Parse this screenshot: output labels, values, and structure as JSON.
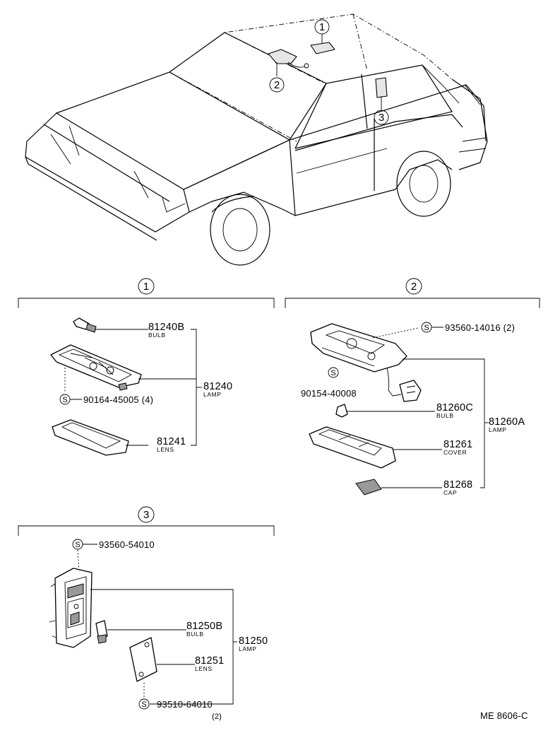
{
  "car_callouts": [
    "1",
    "2",
    "3"
  ],
  "section1": {
    "number": "1",
    "bulb": {
      "part": "81240B",
      "desc": "BULB"
    },
    "lamp": {
      "part": "81240",
      "desc": "LAMP"
    },
    "screw": {
      "mark": "S",
      "part": "90164-45005 (4)"
    },
    "lens": {
      "part": "81241",
      "desc": "LENS"
    }
  },
  "section2": {
    "number": "2",
    "screw_top": {
      "mark": "S",
      "part": "93560-14016 (2)"
    },
    "screw_mid": {
      "mark": "S",
      "part": "90154-40008"
    },
    "bulb": {
      "part": "81260C",
      "desc": "BULB"
    },
    "lamp": {
      "part": "81260A",
      "desc": "LAMP"
    },
    "cover": {
      "part": "81261",
      "desc": "COVER"
    },
    "cap": {
      "part": "81268",
      "desc": "CAP"
    }
  },
  "section3": {
    "number": "3",
    "screw_top": {
      "mark": "S",
      "part": "93560-54010"
    },
    "bulb": {
      "part": "81250B",
      "desc": "BULB"
    },
    "lamp": {
      "part": "81250",
      "desc": "LAMP"
    },
    "lens": {
      "part": "81251",
      "desc": "LENS"
    },
    "screw_bottom": {
      "mark": "S",
      "part": "93510-64010"
    },
    "screw_bottom_qty": "(2)"
  },
  "diagram_code": "ME 8606-C"
}
